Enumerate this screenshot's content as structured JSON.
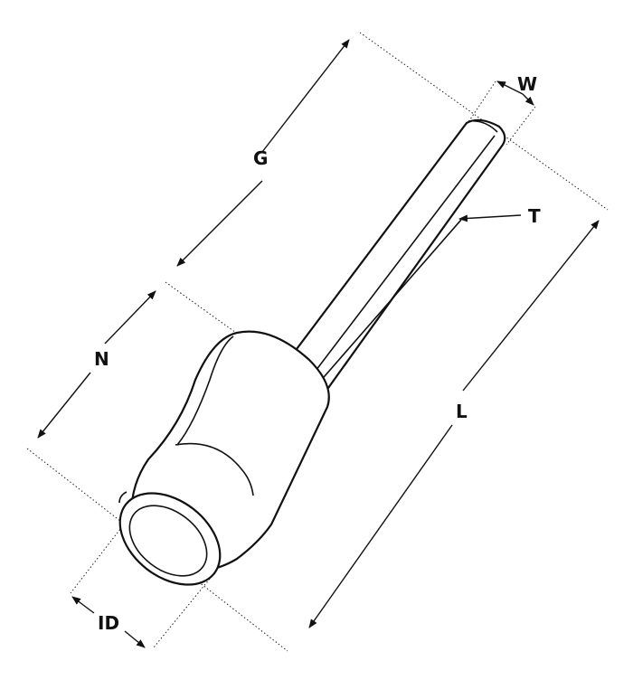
{
  "labels": {
    "g": "G",
    "w": "W",
    "t": "T",
    "n": "N",
    "l": "L",
    "id": "ID"
  },
  "colors": {
    "line": "#111111",
    "background": "#ffffff"
  }
}
